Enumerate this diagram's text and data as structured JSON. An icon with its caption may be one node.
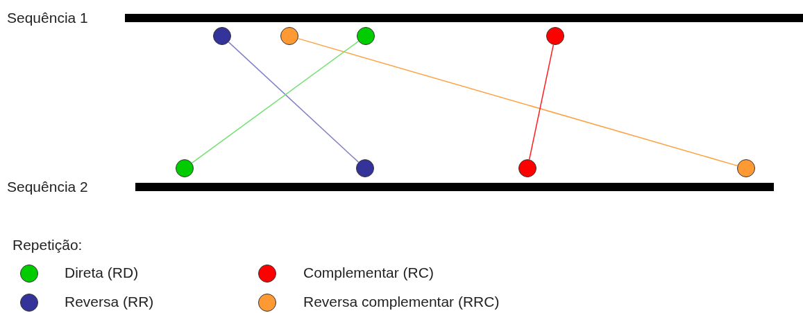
{
  "diagram": {
    "nodes": [
      {
        "text": [
          "Sequência 1"
        ]
      },
      {
        "text": [],
        "shape": "circle"
      },
      {
        "text": [],
        "shape": "circle"
      },
      {
        "text": [],
        "shape": "circle"
      },
      {
        "text": [],
        "shape": "circle"
      },
      {
        "text": [
          "Sequência 2"
        ]
      },
      {
        "text": [],
        "shape": "circle"
      },
      {
        "text": [],
        "shape": "circle"
      },
      {
        "text": [],
        "shape": "circle"
      },
      {
        "text": [],
        "shape": "circle"
      }
    ],
    "edges": [
      {
        "from": 1,
        "to": 7,
        "arrow": "none",
        "color": "#8080c8"
      },
      {
        "from": 2,
        "to": 9,
        "arrow": "none",
        "color": "#ffa040"
      },
      {
        "from": 3,
        "to": 6,
        "arrow": "none",
        "color": "#70e070"
      },
      {
        "from": 4,
        "to": 8,
        "arrow": "none",
        "color": "#ff2020"
      }
    ],
    "labels": [
      "Repetição:"
    ],
    "legend": [
      {
        "text": "Direta (RD)",
        "color": "#00cc00"
      },
      {
        "text": "Reversa (RR)",
        "color": "#333399"
      },
      {
        "text": "Complementar (RC)",
        "color": "#ff0000"
      },
      {
        "text": "Reversa complementar (RRC)",
        "color": "#ff9933"
      }
    ]
  }
}
